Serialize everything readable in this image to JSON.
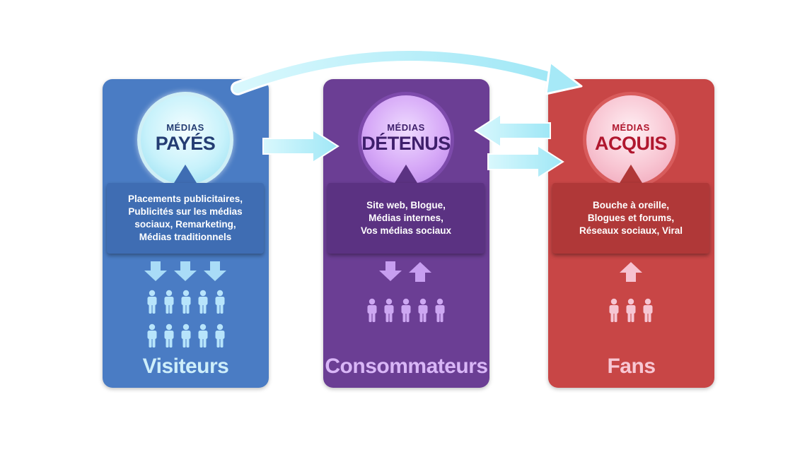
{
  "columns": [
    {
      "circle_small": "MÉDIAS",
      "circle_big": "PAYÉS",
      "description": "Placements publicitaires,\nPublicités sur les médias\nsociaux, Remarketing,\nMédias traditionnels",
      "footer": "Visiteurs",
      "colors": {
        "panel": "#4a7cc4",
        "box": "#3f6db3",
        "accent": "#9fe4f5",
        "title": "#243d73"
      }
    },
    {
      "circle_small": "MÉDIAS",
      "circle_big": "DÉTENUS",
      "description": "Site web, Blogue,\nMédias internes,\nVos médias sociaux",
      "footer": "Consommateurs",
      "colors": {
        "panel": "#6b3e94",
        "box": "#5b3282",
        "accent": "#c79ef0",
        "title": "#3e1f6b"
      }
    },
    {
      "circle_small": "MÉDIAS",
      "circle_big": "ACQUIS",
      "description": "Bouche à oreille,\nBlogues et forums,\nRéseaux sociaux, Viral",
      "footer": "Fans",
      "colors": {
        "panel": "#c84646",
        "box": "#b03838",
        "accent": "#f6c2d0",
        "title": "#b0172e"
      }
    }
  ]
}
